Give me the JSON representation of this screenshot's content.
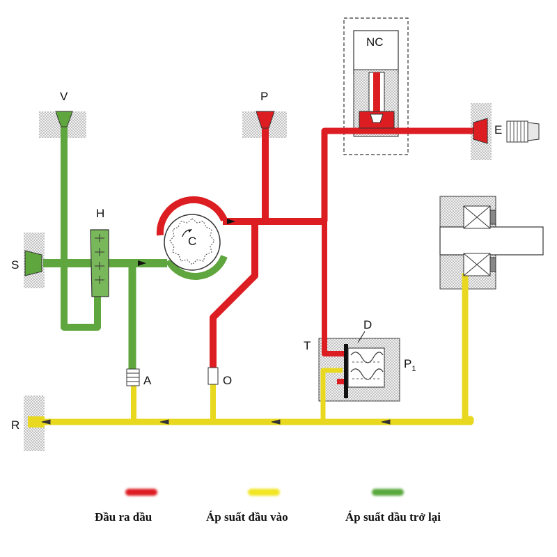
{
  "labels": {
    "V": "V",
    "P": "P",
    "NC": "NC",
    "E": "E",
    "H": "H",
    "C": "C",
    "S": "S",
    "D": "D",
    "T": "T",
    "P1_main": "P",
    "P1_sub": "1",
    "A": "A",
    "O": "O",
    "R": "R"
  },
  "legend": [
    {
      "label": "Đầu ra dầu",
      "color": "#dd1f22"
    },
    {
      "label": "Áp suất đầu vào",
      "color": "#f2e522"
    },
    {
      "label": "Áp suất dầu trở lại",
      "color": "#5aa83c"
    }
  ],
  "colors": {
    "red": "#dd1f22",
    "yellow": "#f2e522",
    "green": "#66ab44",
    "hatch": "#d8d8d8",
    "outline": "#2a2a2a"
  }
}
